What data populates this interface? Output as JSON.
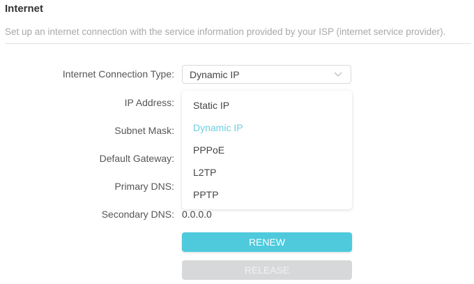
{
  "header": {
    "title": "Internet",
    "subtitle": "Set up an internet connection with the service information provided by your ISP (internet service provider)."
  },
  "form": {
    "connection_type": {
      "label": "Internet Connection Type:",
      "selected": "Dynamic IP",
      "options": [
        "Static IP",
        "Dynamic IP",
        "PPPoE",
        "L2TP",
        "PPTP"
      ],
      "active_index": 1
    },
    "ip_address": {
      "label": "IP Address:"
    },
    "subnet_mask": {
      "label": "Subnet Mask:"
    },
    "default_gateway": {
      "label": "Default Gateway:"
    },
    "primary_dns": {
      "label": "Primary DNS:"
    },
    "secondary_dns": {
      "label": "Secondary DNS:",
      "value": "0.0.0.0"
    }
  },
  "buttons": {
    "renew": "RENEW",
    "release": "RELEASE"
  },
  "colors": {
    "accent": "#4ecadc",
    "active_option": "#6ccfe0",
    "disabled_button": "#d7d8d9"
  }
}
